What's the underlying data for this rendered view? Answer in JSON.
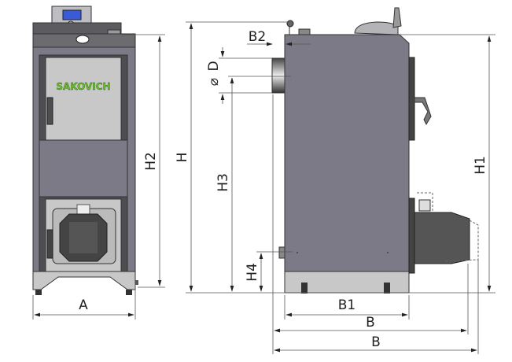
{
  "title": "Boiler dimensions diagram",
  "logo": "SAKOVICH",
  "labels": {
    "A": "A",
    "B_inner": "B",
    "B_outer": "B",
    "B1": "B1",
    "B2": "B2",
    "D": "D",
    "D_symbol": "⌀",
    "H": "H",
    "H1": "H1",
    "H2": "H2",
    "H3": "H3",
    "H4": "H4"
  },
  "colors": {
    "body": "#7b7a86",
    "dark": "#4d4d52",
    "light": "#c8c8c8",
    "logo": "#6cc12c"
  }
}
